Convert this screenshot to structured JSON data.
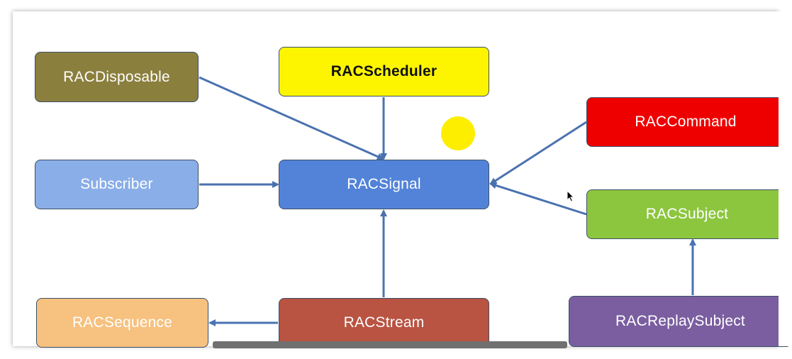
{
  "diagram": {
    "nodes": {
      "disposable": {
        "label": "RACDisposable",
        "color": "#8b7f3e"
      },
      "scheduler": {
        "label": "RACScheduler",
        "color": "#fdf500"
      },
      "command": {
        "label": "RACCommand",
        "color": "#ee0000"
      },
      "subscriber": {
        "label": "Subscriber",
        "color": "#8aaee8"
      },
      "signal": {
        "label": "RACSignal",
        "color": "#5283d8"
      },
      "subject": {
        "label": "RACSubject",
        "color": "#8cc63f"
      },
      "sequence": {
        "label": "RACSequence",
        "color": "#f7c17f"
      },
      "stream": {
        "label": "RACStream",
        "color": "#b95342"
      },
      "replay_subject": {
        "label": "RACReplaySubject",
        "color": "#7a5ea0"
      }
    },
    "edges": [
      {
        "from": "RACDisposable",
        "to": "RACSignal"
      },
      {
        "from": "RACScheduler",
        "to": "RACSignal"
      },
      {
        "from": "Subscriber",
        "to": "RACSignal"
      },
      {
        "from": "RACCommand",
        "to": "RACSignal"
      },
      {
        "from": "RACSubject",
        "to": "RACSignal"
      },
      {
        "from": "RACStream",
        "to": "RACSignal"
      },
      {
        "from": "RACStream",
        "to": "RACSequence"
      },
      {
        "from": "RACReplaySubject",
        "to": "RACSubject"
      }
    ],
    "arrow_color": "#4a72b0",
    "highlight_color": "#fdee00"
  }
}
